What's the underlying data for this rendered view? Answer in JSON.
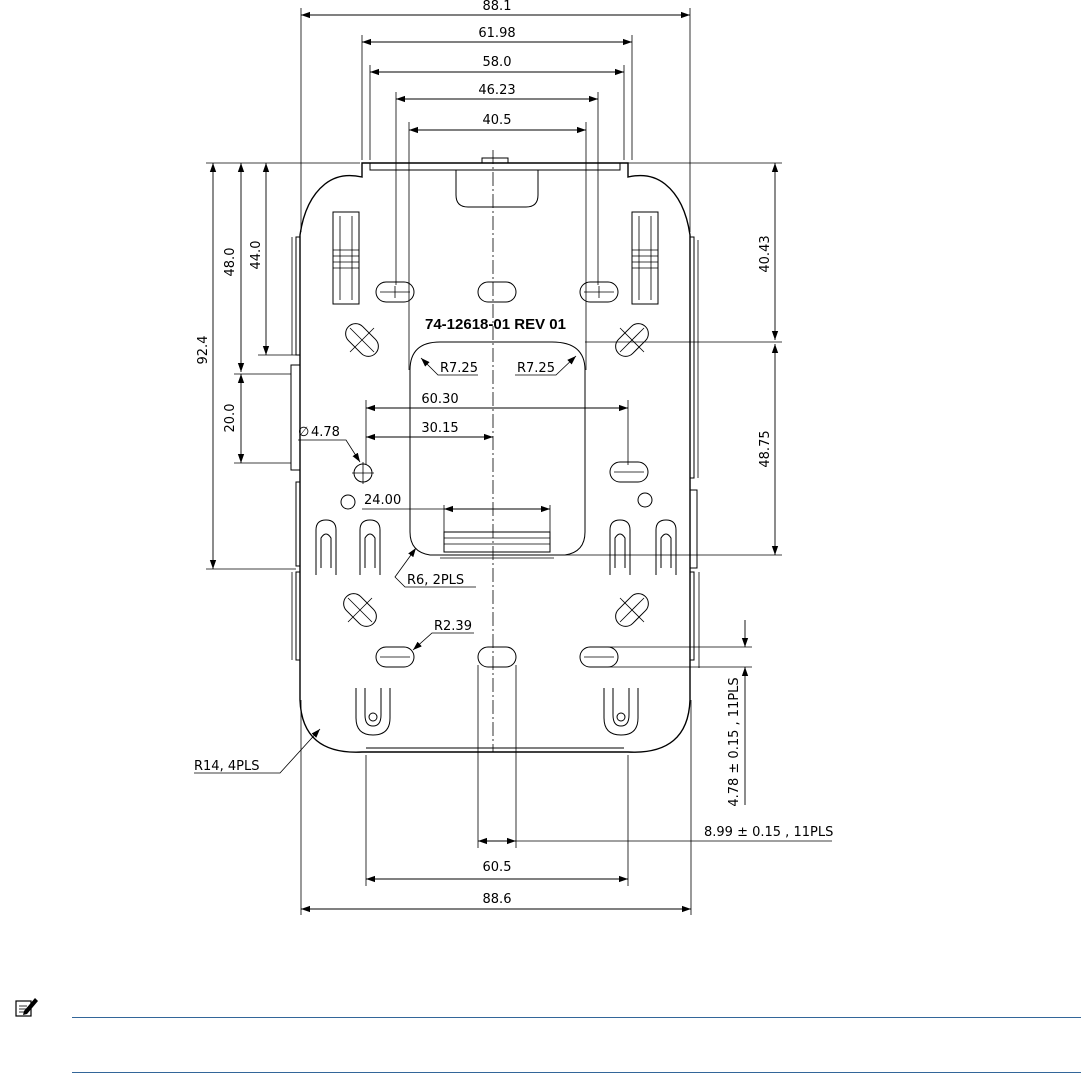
{
  "part_number": "74-12618-01  REV 01",
  "dimensions": {
    "overall_top_width": "88.1",
    "width_61_98": "61.98",
    "width_58_0": "58.0",
    "width_46_23": "46.23",
    "width_40_5": "40.5",
    "overall_height": "92.4",
    "height_48_0": "48.0",
    "height_44_0": "44.0",
    "height_20_0": "20.0",
    "right_upper": "40.43",
    "right_lower": "48.75",
    "radius_left": "R7.25",
    "radius_right": "R7.25",
    "width_60_30": "60.30",
    "half_30_15": "30.15",
    "hole_diameter": "4.78",
    "slot_24_00": "24.00",
    "radius_r6": "R6,  2PLS",
    "radius_r2_39": "R2.39",
    "slot_height": "4.78 ± 0.15  ,  11PLS",
    "slot_width": "8.99 ± 0.15  ,  11PLS",
    "corner_radius": "R14,  4PLS",
    "bottom_60_5": "60.5",
    "overall_bottom_width": "88.6"
  },
  "colors": {
    "line": "#000000",
    "note_rule": "#336699"
  },
  "icons": {
    "note": "pencil-note-icon"
  }
}
